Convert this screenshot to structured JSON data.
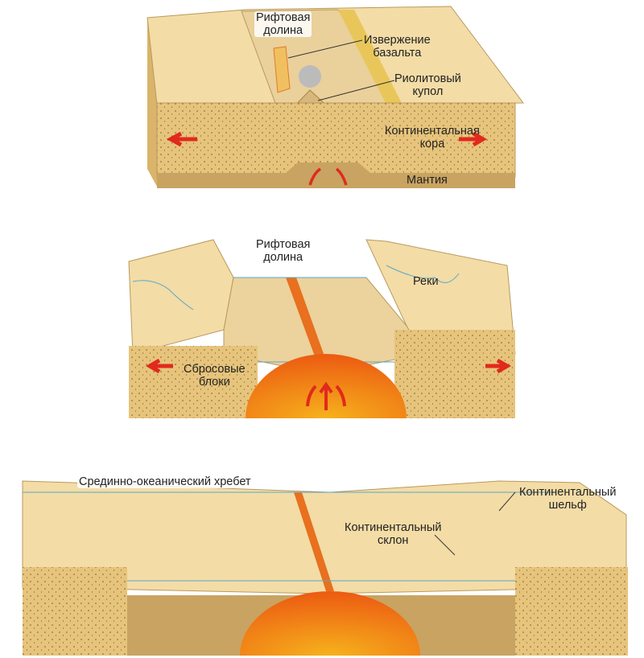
{
  "colors": {
    "surface": "#f3dca6",
    "crust": "#e7c47c",
    "valley": "#e9c873",
    "mantle": "#c9a361",
    "magma": "#f07a1a",
    "arrow": "#e02a1c",
    "water": "#5aa9c9"
  },
  "panel1": {
    "rift_valley": "Рифтовая\nдолина",
    "basalt_eruption": "Извержение\nбазальта",
    "rhyolite_dome": "Риолитовый\nкупол",
    "continental_crust": "Континентальная\nкора",
    "mantle": "Мантия"
  },
  "panel2": {
    "rift_valley": "Рифтовая\nдолина",
    "rivers": "Реки",
    "fault_blocks": "Сбросовые\nблоки"
  },
  "panel3": {
    "mid_ocean_ridge": "Срединно-океанический хребет",
    "continental_slope": "Континентальный\nсклон",
    "continental_shelf": "Континентальный\nшельф"
  }
}
